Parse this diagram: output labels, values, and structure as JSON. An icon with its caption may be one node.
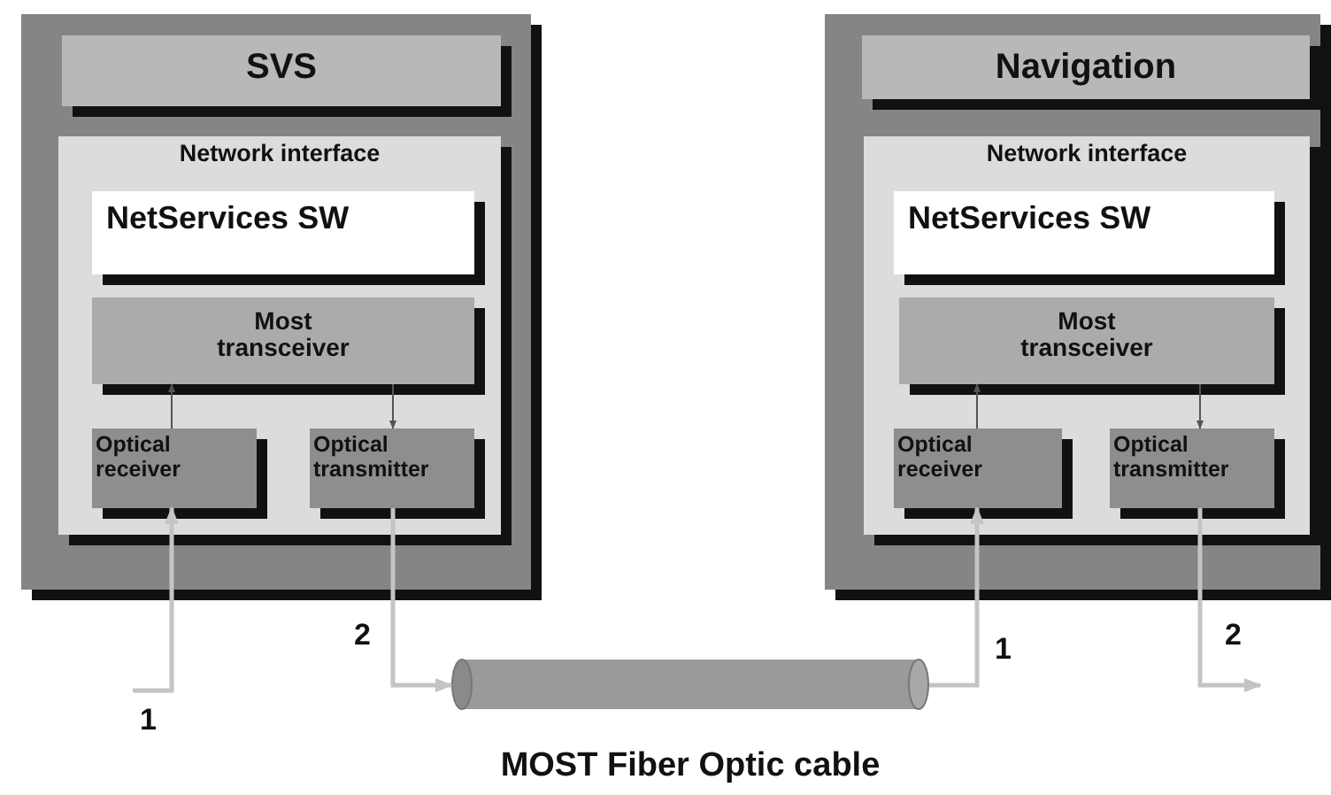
{
  "diagram": {
    "nodes": [
      {
        "text": [],
        "shape": "box"
      },
      {
        "text": [
          "SVS"
        ],
        "in": 0
      },
      {
        "text": [
          "Network interface"
        ],
        "in": 0
      },
      {
        "text": [
          "NetServices SW"
        ],
        "in": 2
      },
      {
        "text": [
          "Most transceiver"
        ],
        "in": 2
      },
      {
        "text": [
          "Optical receiver"
        ],
        "in": 2
      },
      {
        "text": [
          "Optical transmitter"
        ],
        "in": 2
      },
      {
        "text": [],
        "shape": "box"
      },
      {
        "text": [
          "Navigation"
        ],
        "in": 7
      },
      {
        "text": [
          "Network interface"
        ],
        "in": 7
      },
      {
        "text": [
          "NetServices SW"
        ],
        "in": 9
      },
      {
        "text": [
          "Most transceiver"
        ],
        "in": 9
      },
      {
        "text": [
          "Optical receiver"
        ],
        "in": 9
      },
      {
        "text": [
          "Optical transmitter"
        ],
        "in": 9
      },
      {
        "text": [],
        "shape": "cylinder",
        "beside": [
          "MOST Fiber Optic cable"
        ]
      }
    ],
    "edges": [
      {
        "from": 5,
        "to": 4,
        "arrow": "to"
      },
      {
        "from": 4,
        "to": 6,
        "arrow": "to"
      },
      {
        "from": null,
        "to": 5,
        "arrow": "to",
        "label": "1",
        "style": "thick",
        "color": "#c4c4c4"
      },
      {
        "from": 6,
        "to": 14,
        "arrow": "to",
        "label": "2",
        "style": "thick",
        "color": "#c4c4c4"
      },
      {
        "from": 14,
        "to": 12,
        "arrow": "to",
        "label": "1",
        "style": "thick",
        "color": "#c4c4c4"
      },
      {
        "from": 12,
        "to": 11,
        "arrow": "to"
      },
      {
        "from": 11,
        "to": 13,
        "arrow": "to"
      },
      {
        "from": 13,
        "to": null,
        "arrow": "to",
        "label": "2",
        "style": "thick",
        "color": "#c4c4c4"
      }
    ]
  }
}
